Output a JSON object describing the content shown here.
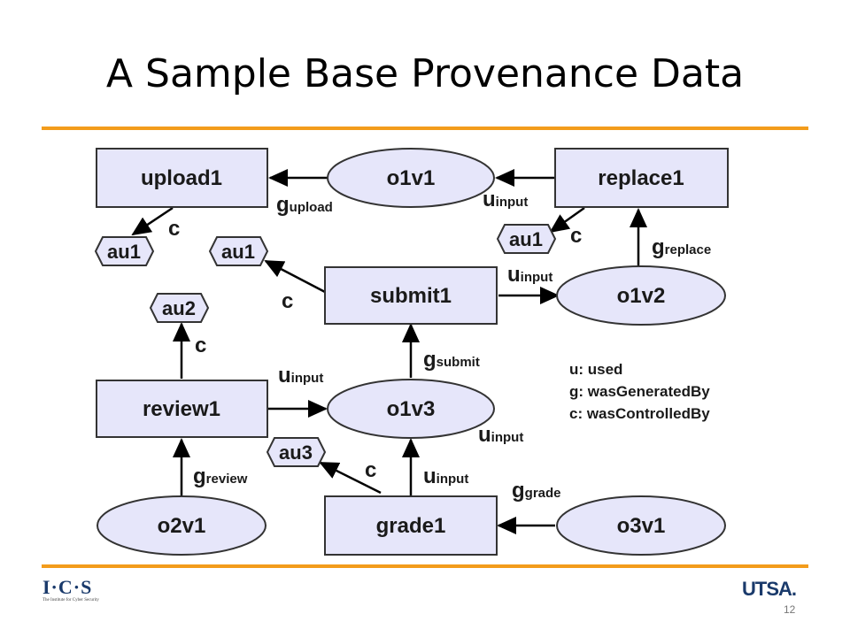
{
  "slide": {
    "title": "A Sample Base Provenance Data",
    "page_number": "12",
    "accent_color": "#f39c1b",
    "node_fill": "#e6e6fa"
  },
  "diagram": {
    "nodes": {
      "upload1": "upload1",
      "o1v1": "o1v1",
      "replace1": "replace1",
      "submit1": "submit1",
      "o1v2": "o1v2",
      "review1": "review1",
      "o1v3": "o1v3",
      "o2v1": "o2v1",
      "grade1": "grade1",
      "o3v1": "o3v1"
    },
    "agents": {
      "au1_left": "au1",
      "au1_mid": "au1",
      "au1_right": "au1",
      "au2": "au2",
      "au3": "au3"
    },
    "edge_labels": {
      "g_upload": {
        "main": "g",
        "sub": "upload"
      },
      "u_input_top": {
        "main": "u",
        "sub": "input"
      },
      "g_replace": {
        "main": "g",
        "sub": "replace"
      },
      "u_input_submit": {
        "main": "u",
        "sub": "input"
      },
      "g_submit": {
        "main": "g",
        "sub": "submit"
      },
      "u_input_review": {
        "main": "u",
        "sub": "input"
      },
      "u_input_o1v3": {
        "main": "u",
        "sub": "input"
      },
      "u_input_grade": {
        "main": "u",
        "sub": "input"
      },
      "g_review": {
        "main": "g",
        "sub": "review"
      },
      "g_grade": {
        "main": "g",
        "sub": "grade"
      },
      "c_upload": "c",
      "c_replace": "c",
      "c_submit": "c",
      "c_review": "c",
      "c_grade": "c"
    },
    "legend": [
      "u: used",
      "g: wasGeneratedBy",
      "c: wasControlledBy"
    ]
  },
  "footer": {
    "left_logo": "I·C·S",
    "left_logo_sub": "The Institute for Cyber Security",
    "right_logo": "UTSA."
  }
}
